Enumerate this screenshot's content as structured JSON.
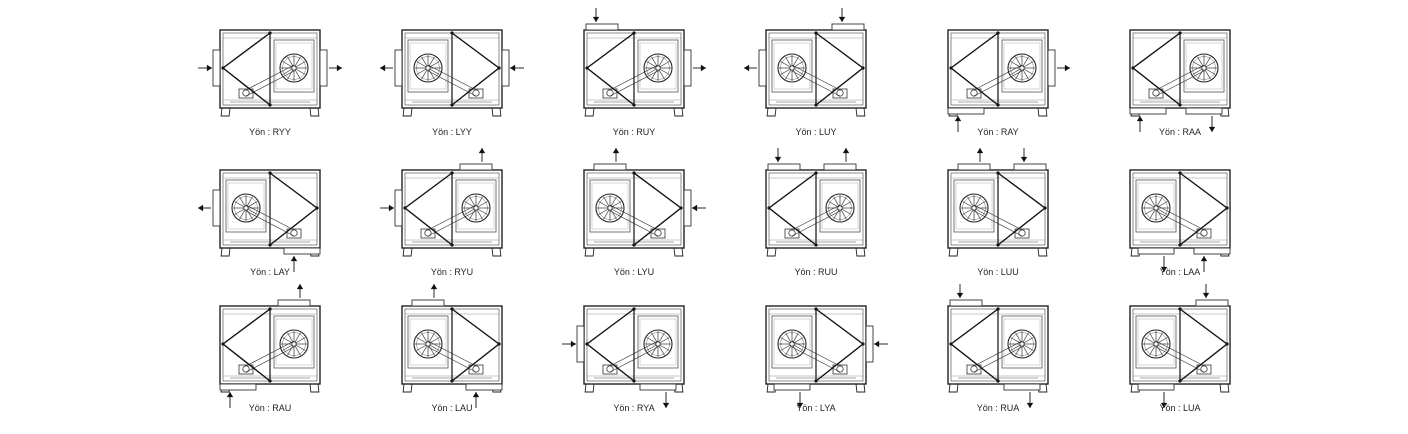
{
  "diagram": {
    "units": [
      {
        "label": "Yön : RYY",
        "fan": "R",
        "inlet": "Y",
        "outlet": "Y"
      },
      {
        "label": "Yön : LYY",
        "fan": "L",
        "inlet": "Y",
        "outlet": "Y"
      },
      {
        "label": "Yön : RUY",
        "fan": "R",
        "inlet": "U",
        "outlet": "Y"
      },
      {
        "label": "Yön : LUY",
        "fan": "L",
        "inlet": "U",
        "outlet": "Y"
      },
      {
        "label": "Yön : RAY",
        "fan": "R",
        "inlet": "A",
        "outlet": "Y"
      },
      {
        "label": "Yön : RAA",
        "fan": "R",
        "inlet": "A",
        "outlet": "A"
      },
      {
        "label": "Yön : LAY",
        "fan": "L",
        "inlet": "A",
        "outlet": "Y"
      },
      {
        "label": "Yön : RYU",
        "fan": "R",
        "inlet": "Y",
        "outlet": "U"
      },
      {
        "label": "Yön : LYU",
        "fan": "L",
        "inlet": "Y",
        "outlet": "U"
      },
      {
        "label": "Yön : RUU",
        "fan": "R",
        "inlet": "U",
        "outlet": "U"
      },
      {
        "label": "Yön : LUU",
        "fan": "L",
        "inlet": "U",
        "outlet": "U"
      },
      {
        "label": "Yön : LAA",
        "fan": "L",
        "inlet": "A",
        "outlet": "A"
      },
      {
        "label": "Yön : RAU",
        "fan": "R",
        "inlet": "A",
        "outlet": "U"
      },
      {
        "label": "Yön : LAU",
        "fan": "L",
        "inlet": "A",
        "outlet": "U"
      },
      {
        "label": "Yön : RYA",
        "fan": "R",
        "inlet": "Y",
        "outlet": "A"
      },
      {
        "label": "Yön : LYA",
        "fan": "L",
        "inlet": "Y",
        "outlet": "A"
      },
      {
        "label": "Yön : RUA",
        "fan": "R",
        "inlet": "U",
        "outlet": "A"
      },
      {
        "label": "Yön : LUA",
        "fan": "L",
        "inlet": "U",
        "outlet": "A"
      }
    ]
  }
}
